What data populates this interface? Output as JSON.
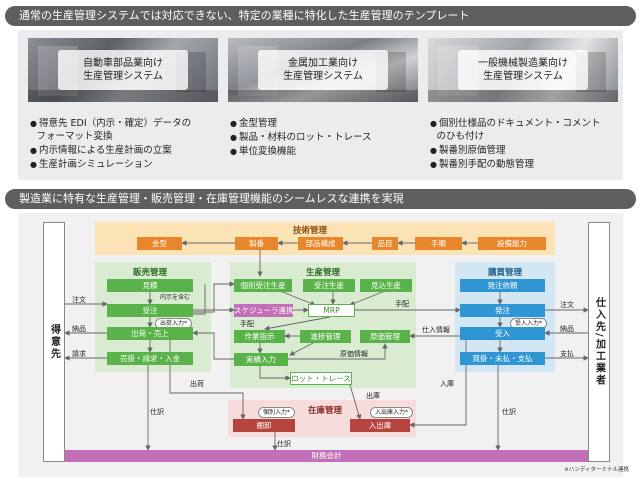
{
  "header1": "通常の生産管理システムでは対応できない、特定の業種に特化した生産管理のテンプレート",
  "header2": "製造業に特有な生産管理・販売管理・在庫管理機能のシームレスな連携を実現",
  "cards": [
    {
      "title1": "自動車部品業向け",
      "title2": "生産管理システム",
      "bullets": [
        "得意先 EDI（内示・確定）データの",
        "フォーマット変換",
        "内示情報による生産計画の立案",
        "生産計画シミュレーション"
      ]
    },
    {
      "title1": "金属加工業向け",
      "title2": "生産管理システム",
      "bullets": [
        "金型管理",
        "製品・材料のロット・トレース",
        "単位変換機能"
      ]
    },
    {
      "title1": "一般機械製造業向け",
      "title2": "生産管理システム",
      "bullets": [
        "個別仕様品のドキュメント・コメント",
        "のひも付け",
        "製番別原価管理",
        "製番別手配の動態管理"
      ]
    }
  ],
  "diagram": {
    "tech": {
      "title": "技術管理",
      "boxes": [
        "金型",
        "製番",
        "部品構成",
        "品目",
        "手順",
        "設備能力"
      ]
    },
    "sales": {
      "title": "販売管理",
      "boxes": [
        "見積",
        "受注",
        "出荷・売上",
        "売掛・請求・入金"
      ],
      "notes": [
        "内示を含む",
        "出荷入力*"
      ]
    },
    "prod": {
      "title": "生産管理",
      "boxes": [
        "個別受注生産",
        "受注生産",
        "見込生産",
        "スケジューラ連携",
        "MRP",
        "作業指示",
        "進捗管理",
        "原価管理",
        "実績入力",
        "ロット・トレース"
      ]
    },
    "purch": {
      "title": "購買管理",
      "boxes": [
        "発注依頼",
        "発注",
        "受入",
        "買掛・未払・支払"
      ],
      "notes": [
        "受入入力*"
      ]
    },
    "inv": {
      "title": "在庫管理",
      "boxes": [
        "棚卸",
        "入出庫"
      ],
      "notes": [
        "個別入力*",
        "入出庫入力*"
      ]
    },
    "acct": "財務会計",
    "customer": "得意先",
    "supplier": "仕入先/加工業者",
    "labels": {
      "order": "注文",
      "delivery": "納品",
      "billing": "請求",
      "order2": "注文",
      "delivery2": "納品",
      "payment": "支払",
      "arrange": "手配",
      "arrange2": "手配",
      "cost_info": "原価情報",
      "purchase_info": "仕入情報",
      "ship_out": "出荷",
      "ship_in": "出庫",
      "stock_in": "入庫",
      "journal1": "仕訳",
      "journal2": "仕訳",
      "journal3": "仕訳"
    },
    "footnote": "※ハンディターミナル連携"
  }
}
